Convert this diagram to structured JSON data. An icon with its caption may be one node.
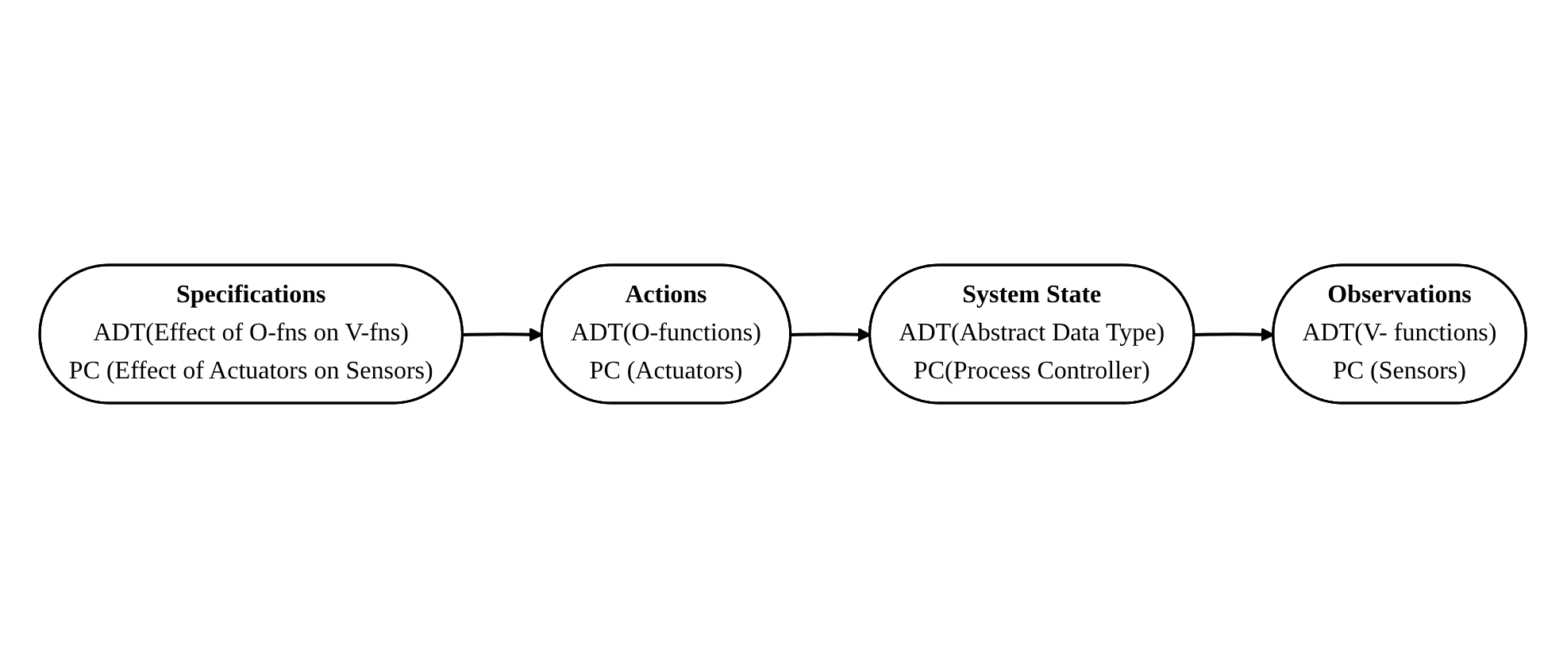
{
  "diagram": {
    "nodes": [
      {
        "text": [
          "System State",
          "ADT(Abstract Data Type)",
          "PC(Process Controller)"
        ]
      },
      {
        "text": [
          "Actions",
          "ADT(O-functions)",
          "PC (Actuators)"
        ]
      },
      {
        "text": [
          "Observations",
          "ADT(V- functions)",
          "PC (Sensors)"
        ]
      },
      {
        "text": [
          "Specifications",
          "ADT(Effect of O-fns on V-fns)",
          "PC (Effect of Actuators on Sensors)"
        ]
      }
    ],
    "edges": [
      {
        "from": 1,
        "to": 0,
        "arrow": "to"
      },
      {
        "from": 0,
        "to": 2,
        "arrow": "to"
      },
      {
        "from": 3,
        "to": 1,
        "arrow": "to"
      }
    ]
  }
}
